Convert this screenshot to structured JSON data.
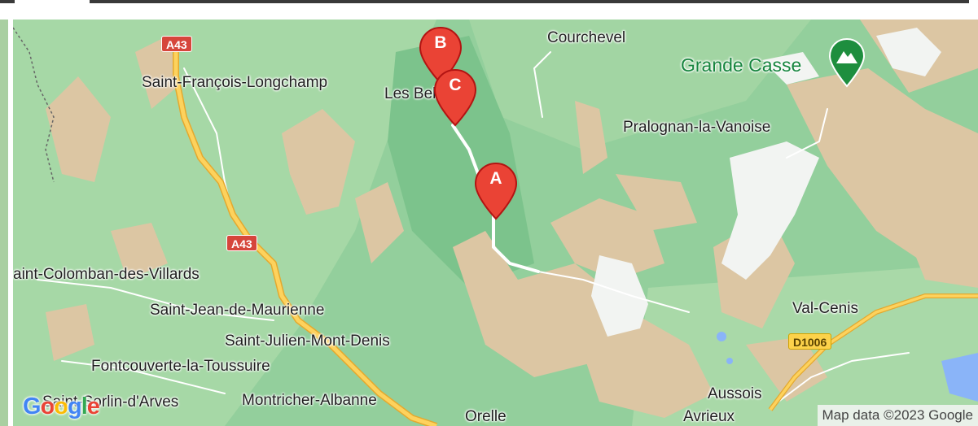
{
  "map": {
    "places": {
      "courchevel": "Courchevel",
      "grande_casse": "Grande Casse",
      "saint_francois": "Saint-François-Longchamp",
      "les_belleville": "Les Belleville",
      "pralognan": "Pralognan-la-Vanoise",
      "saint_colomban": "aint-Colomban-des-Villards",
      "saint_jean": "Saint-Jean-de-Maurienne",
      "saint_julien": "Saint-Julien-Mont-Denis",
      "fontcouverte": "Fontcouverte-la-Toussuire",
      "saint_sorlin": "Saint-Sorlin-d'Arves",
      "montricher": "Montricher-Albanne",
      "orelle": "Orelle",
      "val_cenis": "Val-Cenis",
      "aussois": "Aussois",
      "avrieux": "Avrieux"
    },
    "roads": {
      "a43_top": "A43",
      "a43_mid": "A43",
      "d1006": "D1006"
    },
    "markers": {
      "a": "A",
      "b": "B",
      "c": "C"
    },
    "peak_icon": "mountain-peak-icon",
    "google_logo": [
      "G",
      "o",
      "o",
      "g",
      "l",
      "e"
    ],
    "google_colors": [
      "#4285F4",
      "#EA4335",
      "#FBBC05",
      "#4285F4",
      "#34A853",
      "#EA4335"
    ],
    "attribution": "Map data ©2023 Google",
    "colors": {
      "marker_red": "#EA4335",
      "marker_dark": "#B31412",
      "highway": "#F5C24A",
      "peak_green": "#1E8E3E"
    }
  }
}
